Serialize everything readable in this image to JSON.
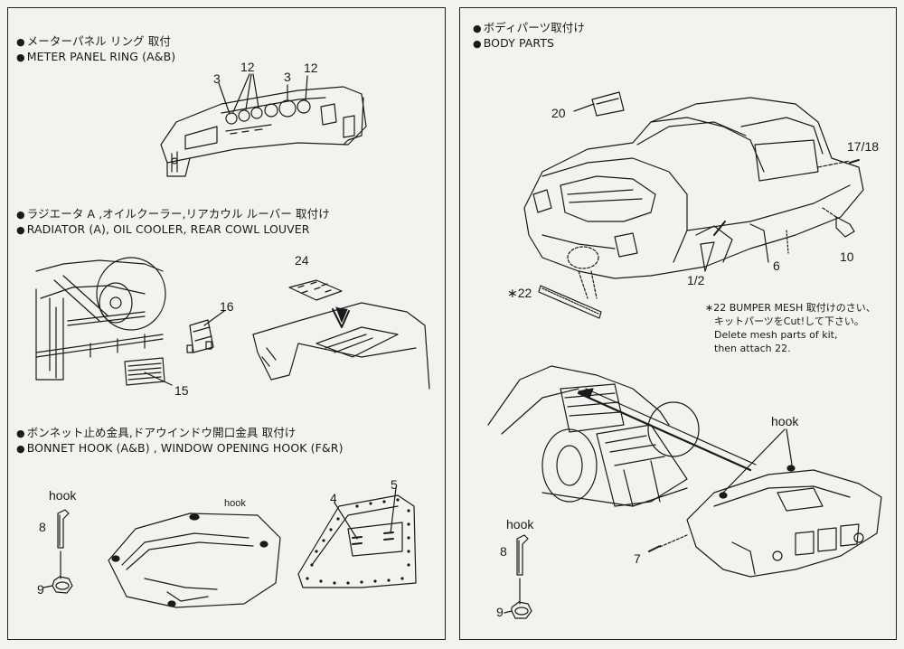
{
  "left": {
    "sec1": {
      "jp": "メーターパネル リング 取付",
      "en": "METER PANEL RING (A&B)"
    },
    "sec2": {
      "jp": "ラジエータ A ,オイルクーラー,リアカウル ルーバー 取付け",
      "en": "RADIATOR (A), OIL COOLER, REAR COWL LOUVER"
    },
    "sec3": {
      "jp": "ボンネット止め金具,ドアウインドウ開口金具 取付け",
      "en": "BONNET HOOK (A&B) , WINDOW OPENING HOOK (F&R)"
    }
  },
  "right": {
    "sec1": {
      "jp": "ボディパーツ取付け",
      "en": "BODY PARTS"
    },
    "note": {
      "line1": "∗22 BUMPER MESH 取付けのさい、",
      "line2": "キットパーツをCut!して下さい。",
      "line3": "Delete mesh parts of kit,",
      "line4": "then attach 22."
    }
  },
  "bullet": "●",
  "labels": {
    "p3a": "3",
    "p12a": "12",
    "p3b": "3",
    "p12b": "12",
    "p24": "24",
    "p16": "16",
    "p15": "15",
    "hook1": "hook",
    "p8a": "8",
    "p9a": "9",
    "hook2": "hook",
    "p4": "4",
    "p5": "5",
    "p20": "20",
    "p17_18": "17/18",
    "p22": "∗22",
    "p1_2": "1/2",
    "p6": "6",
    "p10": "10",
    "hook3": "hook",
    "hook4": "hook",
    "p7": "7",
    "p8b": "8",
    "p9b": "9"
  },
  "colors": {
    "ink": "#1a1a1a",
    "paper": "#f4f2ee",
    "border": "#222222"
  }
}
